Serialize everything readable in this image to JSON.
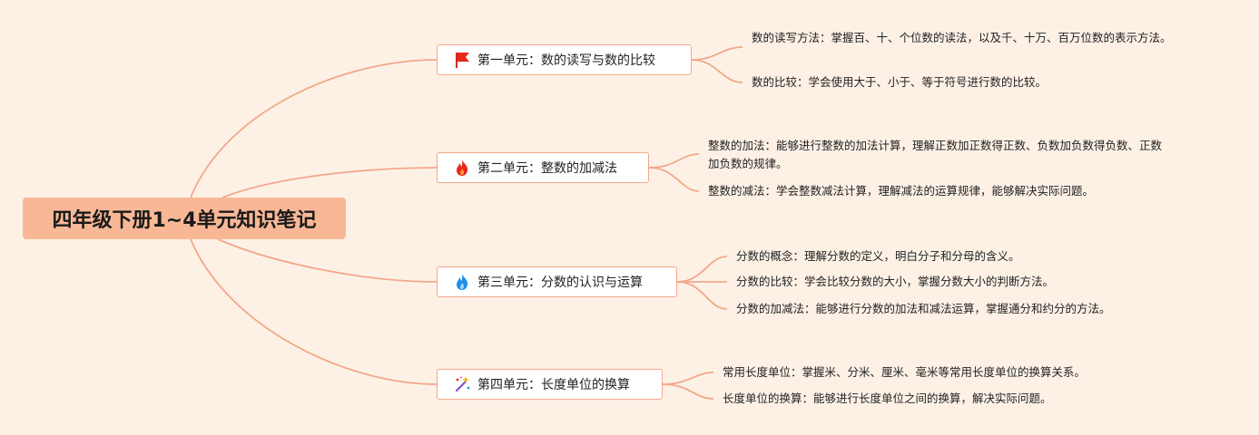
{
  "root": {
    "title": "四年级下册1~4单元知识笔记"
  },
  "units": [
    {
      "title": "第一单元：数的读写与数的比较",
      "icon": "red-flag-icon",
      "points": [
        "数的读写方法：掌握百、十、个位数的读法，以及千、十万、百万位数的表示方法。",
        "数的比较：学会使用大于、小于、等于符号进行数的比较。"
      ]
    },
    {
      "title": "第二单元：整数的加减法",
      "icon": "red-fire-icon",
      "points": [
        "整数的加法：能够进行整数的加法计算，理解正数加正数得正数、负数加负数得负数、正数加负数的规律。",
        "整数的减法：学会整数减法计算，理解减法的运算规律，能够解决实际问题。"
      ]
    },
    {
      "title": "第三单元：分数的认识与运算",
      "icon": "blue-fire-icon",
      "points": [
        "分数的概念：理解分数的定义，明白分子和分母的含义。",
        "分数的比较：学会比较分数的大小，掌握分数大小的判断方法。",
        "分数的加减法：能够进行分数的加法和减法运算，掌握通分和约分的方法。"
      ]
    },
    {
      "title": "第四单元：长度单位的换算",
      "icon": "magic-wand-icon",
      "points": [
        "常用长度单位：掌握米、分米、厘米、毫米等常用长度单位的换算关系。",
        "长度单位的换算：能够进行长度单位之间的换算，解决实际问题。"
      ]
    }
  ],
  "colors": {
    "background": "#fdf1e6",
    "root_fill": "#f8b896",
    "connector": "#f3a78a",
    "branch_border": "#f3a78a"
  }
}
